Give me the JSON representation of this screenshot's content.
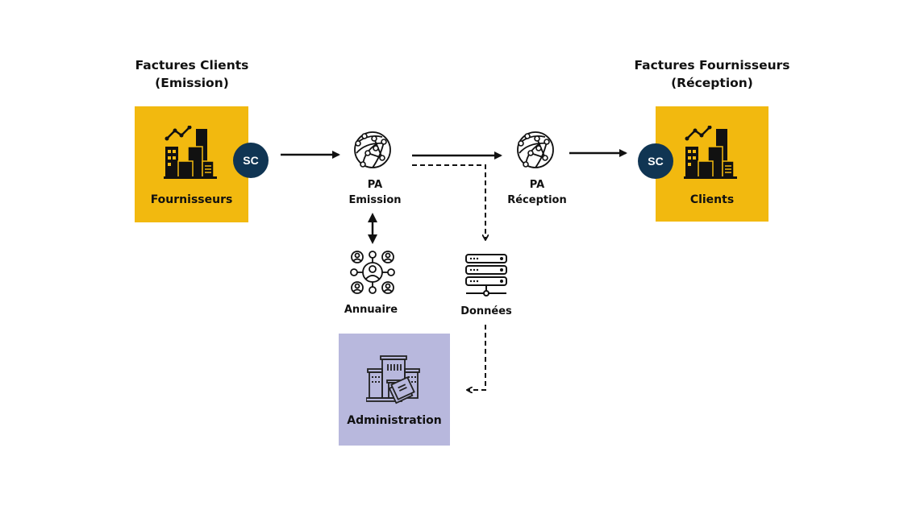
{
  "colors": {
    "yellow": "#F2B90F",
    "lavender": "#B8B8DD",
    "navy": "#103553",
    "ink": "#111111"
  },
  "left": {
    "title_line1": "Factures Clients",
    "title_line2": "(Emission)",
    "box_label": "Fournisseurs",
    "badge": "SC",
    "icon": "city-growth-icon"
  },
  "right": {
    "title_line1": "Factures Fournisseurs",
    "title_line2": "(Réception)",
    "box_label": "Clients",
    "badge": "SC",
    "icon": "city-growth-icon"
  },
  "pa_emission": {
    "line1": "PA",
    "line2": "Emission",
    "icon": "globe-network-icon"
  },
  "pa_reception": {
    "line1": "PA",
    "line2": "Réception",
    "icon": "globe-network-icon"
  },
  "annuaire": {
    "label": "Annuaire",
    "icon": "user-network-icon"
  },
  "donnees": {
    "label": "Données",
    "icon": "server-icon"
  },
  "administration": {
    "label": "Administration",
    "icon": "government-building-icon"
  },
  "connections": [
    {
      "from": "Fournisseurs",
      "to": "PA Emission",
      "style": "solid"
    },
    {
      "from": "PA Emission",
      "to": "PA Réception",
      "style": "solid"
    },
    {
      "from": "PA Réception",
      "to": "Clients",
      "style": "solid"
    },
    {
      "from": "PA Emission",
      "to": "Annuaire",
      "style": "solid-bidirectional"
    },
    {
      "from": "PA Emission",
      "to": "Données",
      "style": "dashed"
    },
    {
      "from": "Données",
      "to": "Administration",
      "style": "dashed"
    }
  ]
}
